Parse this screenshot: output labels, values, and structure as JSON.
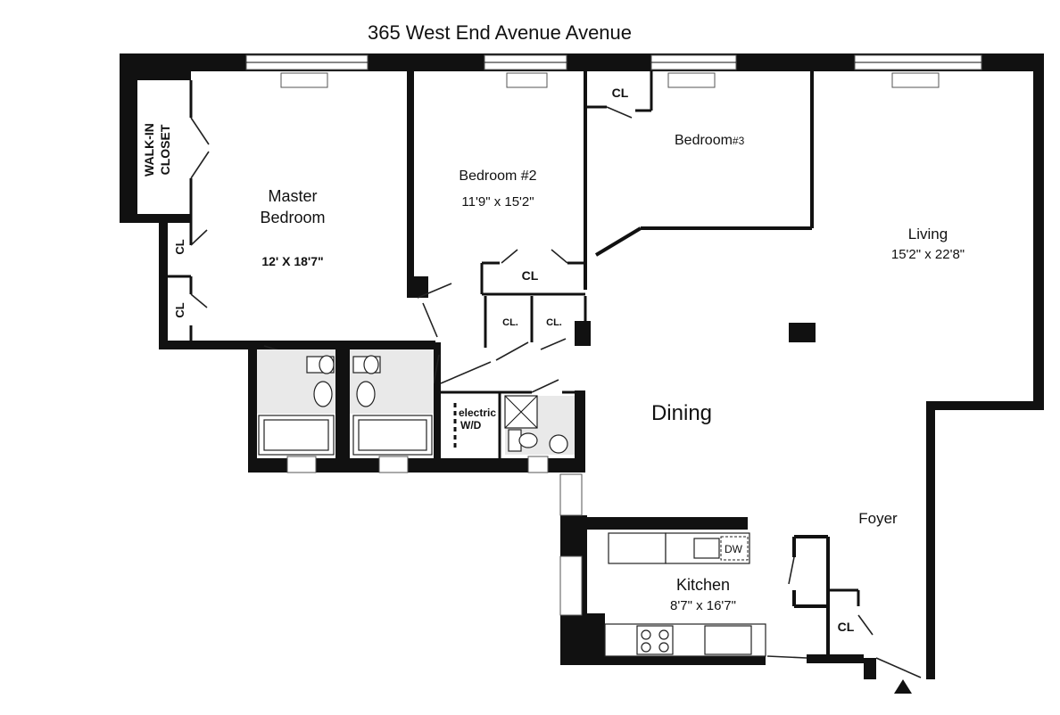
{
  "title": "365 West End Avenue Avenue",
  "rooms": {
    "walk_in_closet": {
      "line1": "WALK-IN",
      "line2": "CLOSET"
    },
    "master_bedroom": {
      "line1": "Master",
      "line2": "Bedroom",
      "size": "12' X 18'7\""
    },
    "bedroom2": {
      "name": "Bedroom #2",
      "size": "11'9\" x 15'2\""
    },
    "bedroom3": {
      "name": "Bedroom",
      "suffix": "#3"
    },
    "living": {
      "name": "Living",
      "size": "15'2\" x 22'8\""
    },
    "dining": {
      "name": "Dining"
    },
    "foyer": {
      "name": "Foyer"
    },
    "kitchen": {
      "name": "Kitchen",
      "size": "8'7\" x 16'7\""
    },
    "laundry": {
      "line1": "electric",
      "line2": "W/D"
    }
  },
  "closets": {
    "cl_master_upper": "CL",
    "cl_master_lower": "CL",
    "cl_bedroom3": "CL",
    "cl_hall": "CL",
    "cl_hall_left": "CL.",
    "cl_hall_right": "CL.",
    "cl_foyer": "CL"
  },
  "appliances": {
    "dishwasher": "DW"
  },
  "icons": {
    "entrance": "entrance-arrow-icon"
  }
}
